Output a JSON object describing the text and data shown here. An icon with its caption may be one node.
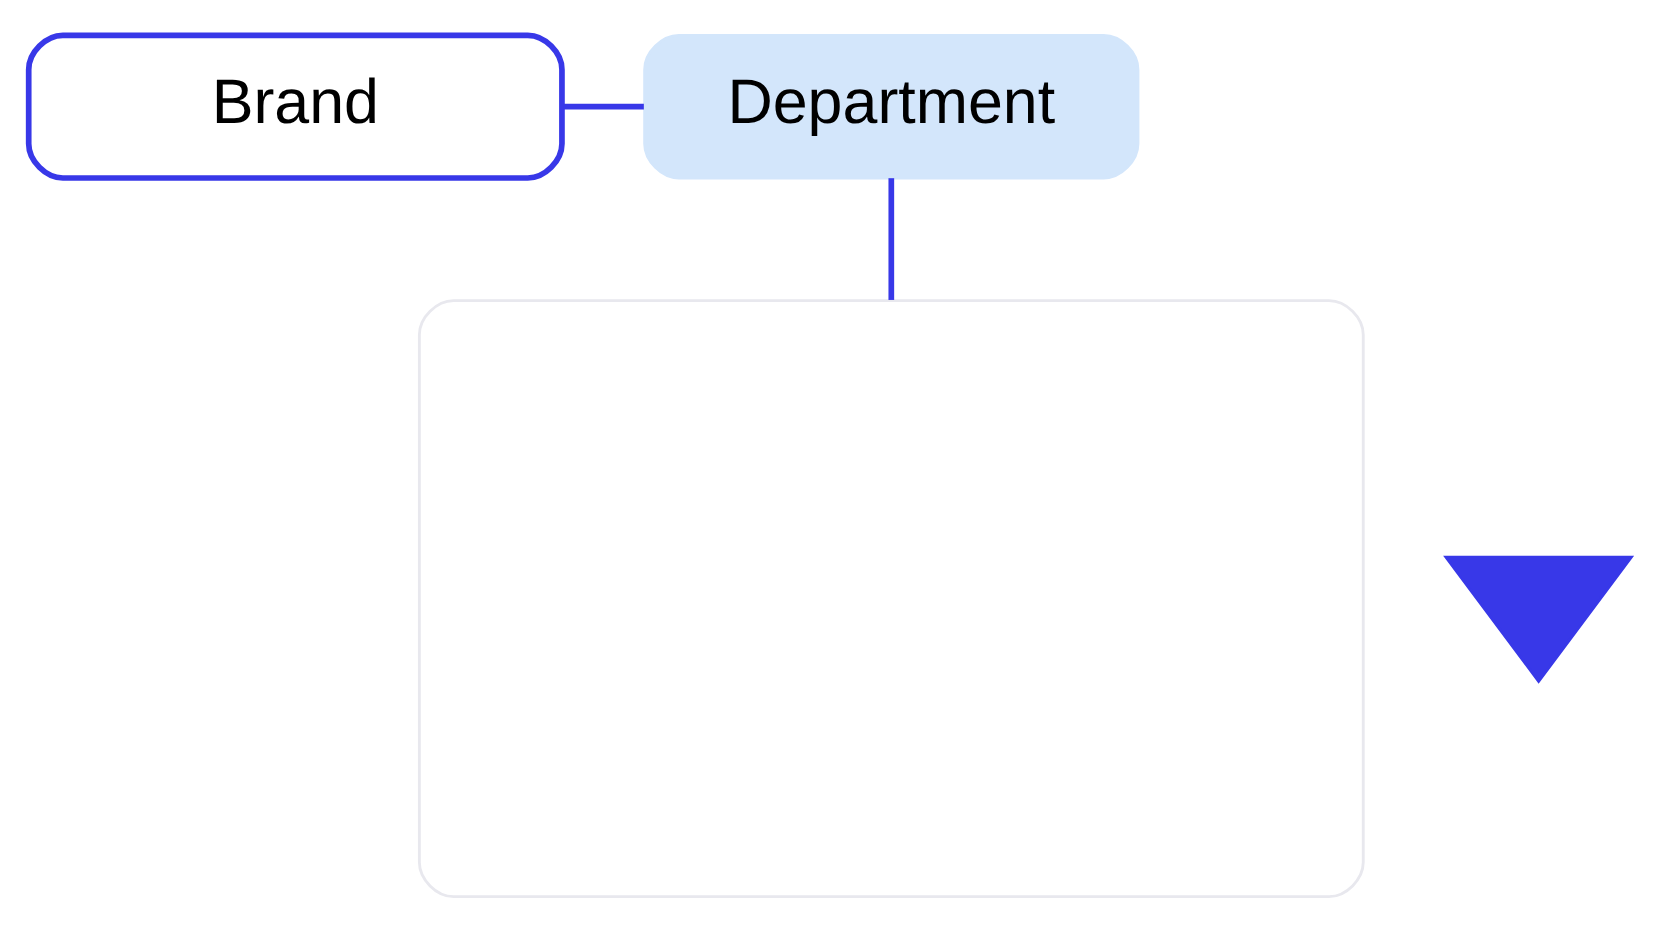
{
  "diagram": {
    "nodes": [
      {
        "text": [
          "Brand"
        ]
      },
      {
        "text": [
          "Department"
        ]
      },
      {
        "text": [],
        "shape": "box"
      },
      {
        "text": [],
        "shape": "funnel"
      }
    ],
    "edges": [
      {
        "from": 0,
        "to": 1,
        "arrow": "none"
      },
      {
        "from": 1,
        "to": 2,
        "arrow": "none"
      }
    ]
  }
}
